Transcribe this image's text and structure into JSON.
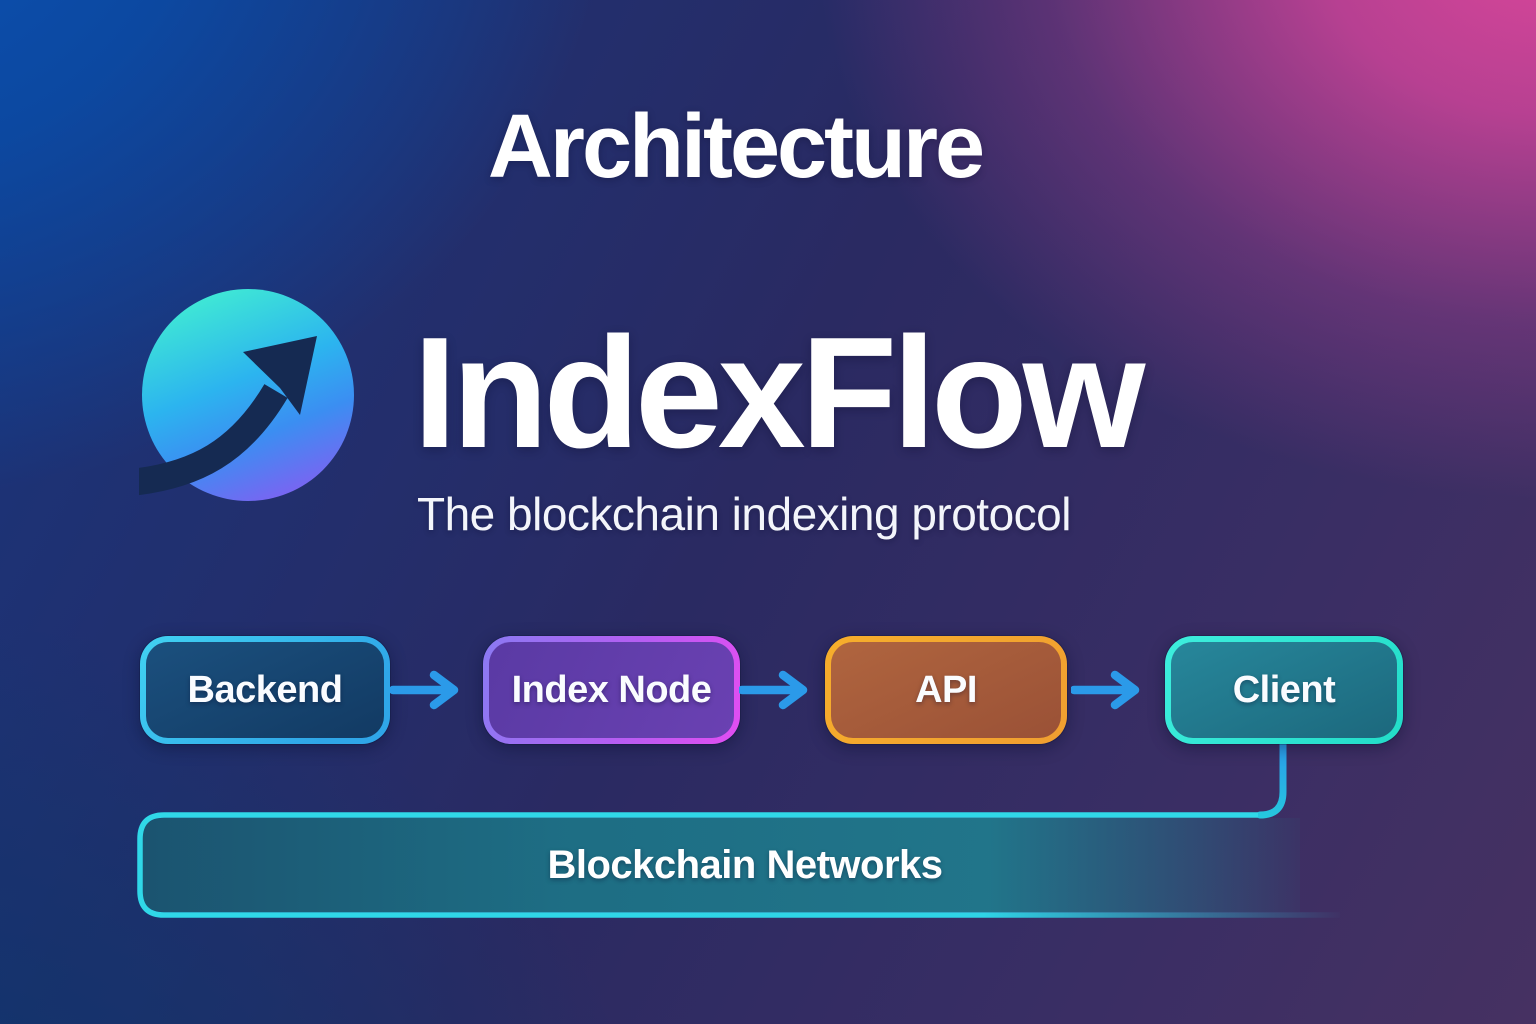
{
  "page": {
    "title": "Architecture"
  },
  "brand": {
    "name": "IndexFlow",
    "tagline": "The blockchain indexing protocol",
    "logo_icon": "growth-arrow-in-circle",
    "logo_gradient": [
      "#40ead4",
      "#2cb4ef",
      "#8060f2"
    ],
    "logo_arrow_color": "#152a52"
  },
  "flow": {
    "nodes": [
      {
        "label": "Backend",
        "fill": "#17487a",
        "border": "#38c8f0"
      },
      {
        "label": "Index Node",
        "fill": "#5f3daa",
        "border": "#8a7af2",
        "border_to": "#e24df2"
      },
      {
        "label": "API",
        "fill": "#a75c3b",
        "border": "#f4a62e"
      },
      {
        "label": "Client",
        "fill": "#217f92",
        "border": "#2de8d4"
      }
    ],
    "arrow_color": "#2b9ae9"
  },
  "base_layer": {
    "label": "Blockchain Networks",
    "fill": "#1d7086",
    "border": "#30d8e8",
    "connector_color": "#2b9ae9"
  },
  "background": {
    "top_left": "#0b4699",
    "top_right": "#d8479b",
    "center": "#2a2a5e",
    "bottom_left": "#0e3366",
    "bottom_right": "#43305f"
  }
}
